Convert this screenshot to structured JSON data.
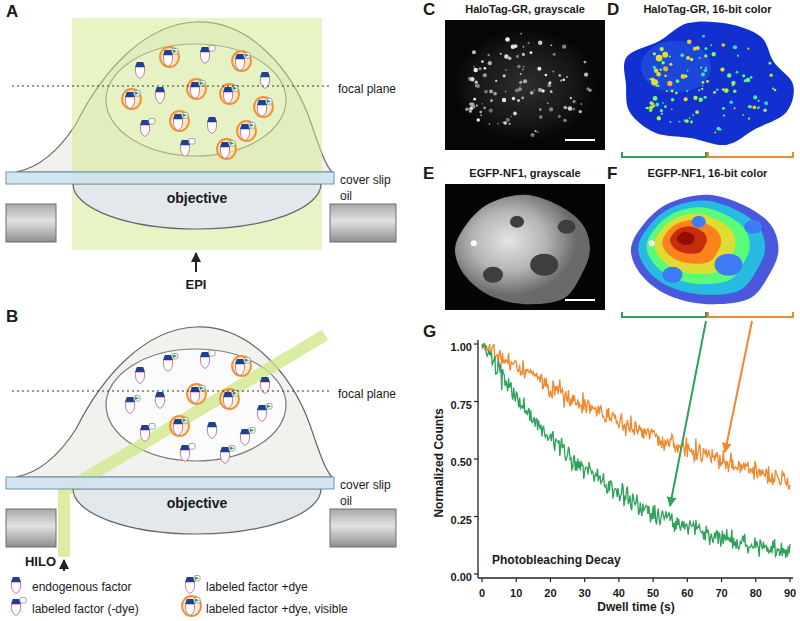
{
  "diagram": {
    "nodes": [
      {
        "text": [
          "objective"
        ]
      },
      {
        "text": [
          "objective"
        ]
      },
      {
        "text": [
          "HaloTag-GR, grayscale"
        ]
      },
      {
        "text": [
          "HaloTag-GR, 16-bit color"
        ]
      },
      {
        "text": [
          "EGFP-NF1, grayscale"
        ]
      },
      {
        "text": [
          "EGFP-NF1, 16-bit color"
        ]
      },
      {
        "text": [
          "Photobleaching Decay"
        ]
      }
    ],
    "labels": [
      "A",
      "focal plane",
      "cover slip",
      "oil",
      "EPI",
      "B",
      "focal plane",
      "cover slip",
      "oil",
      "HILO",
      "C",
      "D",
      "E",
      "F",
      "G",
      "1.00",
      "0.75",
      "0.50",
      "0.25",
      "0.00",
      "0",
      "10",
      "20",
      "30",
      "40",
      "50",
      "60",
      "70",
      "80",
      "90",
      "Normalized Counts",
      "Dwell time (s)"
    ],
    "legend": [
      {
        "text": "endogenous factor"
      },
      {
        "text": "labeled factor +dye"
      },
      {
        "text": "labeled factor (-dye)"
      },
      {
        "text": "labeled factor +dye, visible"
      }
    ]
  }
}
